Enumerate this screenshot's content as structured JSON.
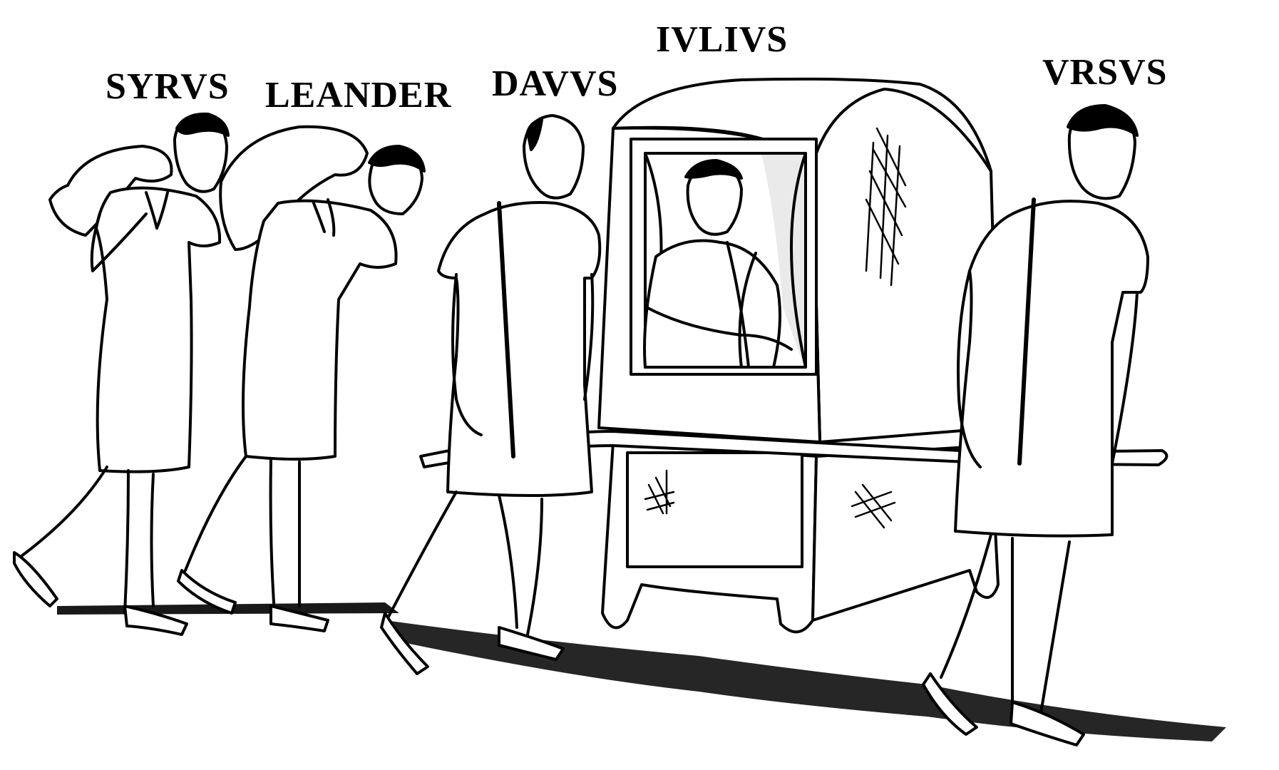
{
  "labels": {
    "syrus": "SYRVS",
    "leander": "LEANDER",
    "davus": "DAVVS",
    "iulius": "IVLIVS",
    "ursus": "VRSVS"
  },
  "colors": {
    "ink": "#000000",
    "paper": "#ffffff"
  }
}
